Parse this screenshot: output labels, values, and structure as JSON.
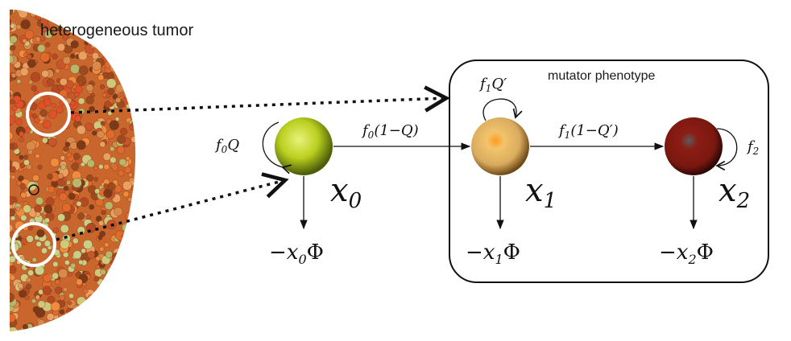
{
  "tumor": {
    "label": "heterogeneous tumor"
  },
  "box": {
    "label": "mutator phenotype"
  },
  "nodes": [
    {
      "id": "x0",
      "symbol": "x",
      "sub": "0",
      "color": "#b5cc1a",
      "decay_prefix": "−x",
      "decay_sub": "0",
      "decay_suffix": "Φ"
    },
    {
      "id": "x1",
      "symbol": "x",
      "sub": "1",
      "color": "#e3b25a",
      "decay_prefix": "−x",
      "decay_sub": "1",
      "decay_suffix": "Φ"
    },
    {
      "id": "x2",
      "symbol": "x",
      "sub": "2",
      "color": "#7a1a12",
      "decay_prefix": "−x",
      "decay_sub": "2",
      "decay_suffix": "Φ"
    }
  ],
  "edges": {
    "e01": {
      "f": "f",
      "sub": "0",
      "rest": "(1−Q)"
    },
    "e12": {
      "f": "f",
      "sub": "1",
      "rest": "(1−Q′)"
    }
  },
  "loops": {
    "l0": {
      "f": "f",
      "sub": "0",
      "rest": "Q"
    },
    "l1": {
      "f": "f",
      "sub": "1",
      "rest": "Q′"
    },
    "l2": {
      "f": "f",
      "sub": "2",
      "rest": ""
    }
  },
  "colors": {
    "tumor_orange": "#d9642a",
    "tumor_light": "#c8c97a",
    "highlight_ring": "#ffffff"
  }
}
